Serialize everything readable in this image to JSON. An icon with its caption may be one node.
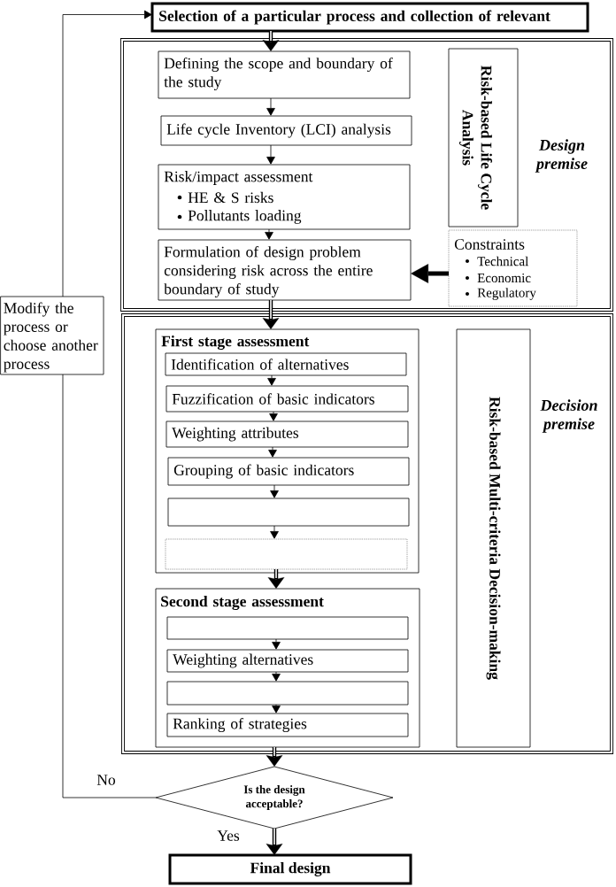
{
  "diagram": {
    "nodes": [
      {
        "text": [
          "Selection of a particular process and collection of relevant"
        ]
      },
      {
        "text": [
          "Design premise"
        ]
      },
      {
        "text": [
          "Defining the scope and boundary of the study"
        ],
        "in": 1
      },
      {
        "text": [
          "Life cycle Inventory (LCI) analysis"
        ],
        "in": 1
      },
      {
        "text": [
          "Risk/impact assessment",
          "HE & S risks",
          "Pollutants loading"
        ],
        "in": 1
      },
      {
        "text": [
          "Risk-based Life Cycle Analysis"
        ],
        "in": 1
      },
      {
        "text": [
          "Formulation of design problem considering risk across the entire boundary of study"
        ],
        "in": 1
      },
      {
        "text": [
          "Constraints",
          "Technical",
          "Economic",
          "Regulatory"
        ],
        "in": 1
      },
      {
        "text": [
          "Modify the process or choose another process"
        ]
      },
      {
        "text": [
          "Decision premise"
        ]
      },
      {
        "text": [
          "First stage assessment"
        ],
        "in": 9
      },
      {
        "text": [
          "Identification of alternatives"
        ],
        "in": 10
      },
      {
        "text": [
          "Fuzzification of basic indicators"
        ],
        "in": 10
      },
      {
        "text": [
          "Weighting attributes"
        ],
        "in": 10
      },
      {
        "text": [
          "Grouping of basic indicators"
        ],
        "in": 10
      },
      {
        "text": [],
        "shape": "box",
        "in": 10
      },
      {
        "text": [],
        "shape": "box",
        "in": 10
      },
      {
        "text": [
          "Risk-based Multi-criteria Decision-making"
        ],
        "in": 9
      },
      {
        "text": [
          "Second stage assessment"
        ],
        "in": 9
      },
      {
        "text": [],
        "shape": "box",
        "in": 18
      },
      {
        "text": [
          "Weighting alternatives"
        ],
        "in": 18
      },
      {
        "text": [],
        "shape": "box",
        "in": 18
      },
      {
        "text": [
          "Ranking of strategies"
        ],
        "in": 18
      },
      {
        "text": [
          "Is the design acceptable?"
        ]
      },
      {
        "text": [
          "Final design"
        ]
      }
    ],
    "edges": [
      {
        "from": 0,
        "to": 2,
        "arrow": "to",
        "style": "thick"
      },
      {
        "from": 2,
        "to": 3,
        "arrow": "to"
      },
      {
        "from": 3,
        "to": 4,
        "arrow": "to"
      },
      {
        "from": 4,
        "to": 6,
        "arrow": "to"
      },
      {
        "from": 7,
        "to": 6,
        "arrow": "to",
        "style": "thick"
      },
      {
        "from": 6,
        "to": 10,
        "arrow": "to",
        "style": "thick"
      },
      {
        "from": 11,
        "to": 12,
        "arrow": "to"
      },
      {
        "from": 12,
        "to": 13,
        "arrow": "to"
      },
      {
        "from": 13,
        "to": 14,
        "arrow": "to"
      },
      {
        "from": 14,
        "to": 15,
        "arrow": "to"
      },
      {
        "from": 15,
        "to": 16,
        "arrow": "to"
      },
      {
        "from": 16,
        "to": 18,
        "arrow": "to",
        "style": "thick"
      },
      {
        "from": 19,
        "to": 20,
        "arrow": "to"
      },
      {
        "from": 20,
        "to": 21,
        "arrow": "to"
      },
      {
        "from": 21,
        "to": 22,
        "arrow": "to"
      },
      {
        "from": 18,
        "to": 23,
        "arrow": "to",
        "style": "thick"
      },
      {
        "from": 23,
        "to": 24,
        "arrow": "to",
        "style": "thick",
        "label": "Yes"
      },
      {
        "from": 23,
        "to": 8,
        "arrow": "none",
        "label": "No"
      },
      {
        "from": 8,
        "to": 0,
        "arrow": "to"
      }
    ]
  }
}
